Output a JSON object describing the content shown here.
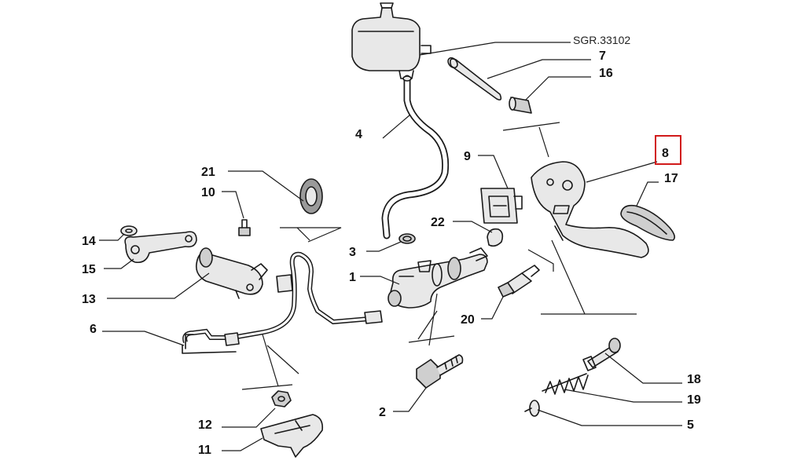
{
  "diagram": {
    "reference": "SGR.33102",
    "callouts": [
      {
        "id": "c4",
        "label": "4"
      },
      {
        "id": "c7",
        "label": "7"
      },
      {
        "id": "c16",
        "label": "16"
      },
      {
        "id": "c8",
        "label": "8"
      },
      {
        "id": "c17",
        "label": "17"
      },
      {
        "id": "c9",
        "label": "9"
      },
      {
        "id": "c21",
        "label": "21"
      },
      {
        "id": "c10",
        "label": "10"
      },
      {
        "id": "c14",
        "label": "14"
      },
      {
        "id": "c15",
        "label": "15"
      },
      {
        "id": "c13",
        "label": "13"
      },
      {
        "id": "c6",
        "label": "6"
      },
      {
        "id": "c22",
        "label": "22"
      },
      {
        "id": "c3",
        "label": "3"
      },
      {
        "id": "c1",
        "label": "1"
      },
      {
        "id": "c20",
        "label": "20"
      },
      {
        "id": "c2",
        "label": "2"
      },
      {
        "id": "c12",
        "label": "12"
      },
      {
        "id": "c11",
        "label": "11"
      },
      {
        "id": "c18",
        "label": "18"
      },
      {
        "id": "c19",
        "label": "19"
      },
      {
        "id": "c5",
        "label": "5"
      }
    ],
    "highlighted_callout": "8",
    "highlight_color": "#d11a1a"
  }
}
